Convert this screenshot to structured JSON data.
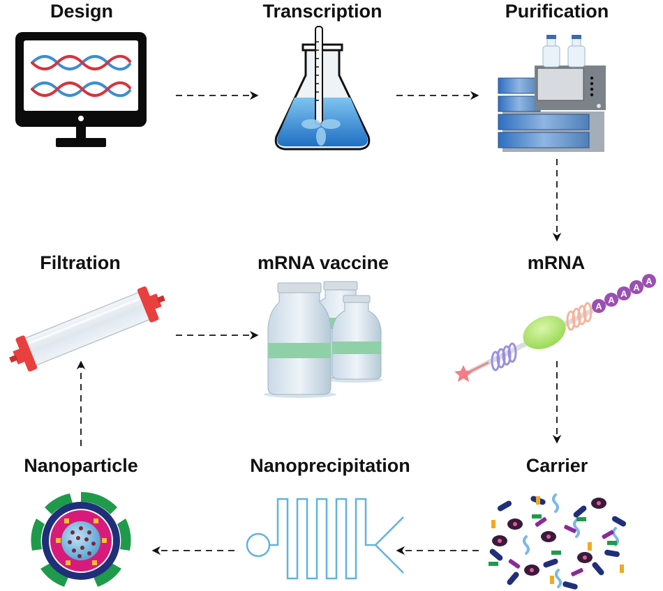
{
  "stages": {
    "design": "Design",
    "transcription": "Transcription",
    "purification": "Purification",
    "filtration": "Filtration",
    "mrna_vaccine": "mRNA vaccine",
    "mrna": "mRNA",
    "nanoparticle": "Nanoparticle",
    "nanoprecipitation": "Nanoprecipitation",
    "carrier": "Carrier"
  },
  "polya_tail": [
    "A",
    "A",
    "A",
    "A",
    "A"
  ],
  "colors": {
    "dna_red": "#d8323b",
    "dna_blue": "#3a8fd0",
    "liquid_blue": "#3b8fd8",
    "filter_red": "#e8403f",
    "label_green": "#8fd0a8",
    "microfluidic_blue": "#5fb3e0",
    "np_magenta": "#d81b7a",
    "np_navy": "#1f2f7a",
    "np_green": "#1f9a4a",
    "np_core": "#7ec1e8"
  }
}
